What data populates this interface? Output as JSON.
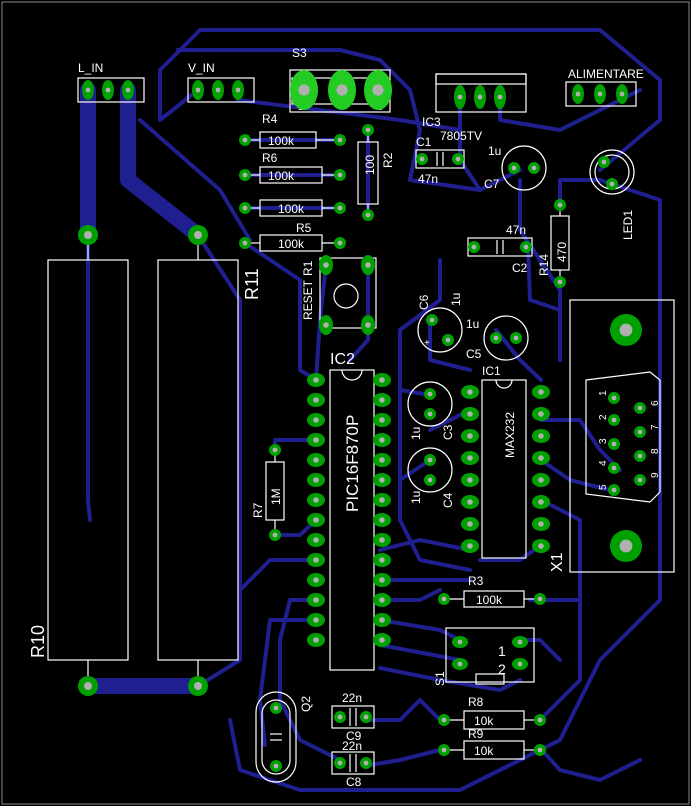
{
  "labels": {
    "l_in": "L_IN",
    "v_in": "V_IN",
    "s3": "S3",
    "ic3": "IC3",
    "ic3_part": "7805TV",
    "alimentare": "ALIMENTARE",
    "r4": "R4",
    "r4_val": "100k",
    "r6": "R6",
    "r6_val": "100k",
    "r5": "R5",
    "r5_val": "100k",
    "r_unnamed_val": "100k",
    "r2": "R2",
    "r2_val": "100",
    "c1": "C1",
    "c1_val": "47n",
    "c7": "C7",
    "c7_val": "1u",
    "c2": "C2",
    "c2_val": "47n",
    "r14": "R14",
    "r14_val": "470",
    "led1": "LED1",
    "r1": "R1",
    "reset": "RESET",
    "r11": "R11",
    "c6": "C6",
    "c6_val": "1u",
    "c5": "C5",
    "c5_val": "1u",
    "ic2": "IC2",
    "ic2_part": "PIC16F870P",
    "ic1": "IC1",
    "ic1_part": "MAX232",
    "c3": "C3",
    "c3_val": "1u",
    "c4": "C4",
    "c4_val": "1u",
    "r7": "R7",
    "r7_val": "1M",
    "x1": "X1",
    "r3": "R3",
    "r3_val": "100k",
    "r10": "R10",
    "s1": "S1",
    "s1_pin1": "1",
    "s1_pin2": "2",
    "q2": "Q2",
    "c9": "C9",
    "c9_val": "22n",
    "c8": "C8",
    "c8_val": "22n",
    "r8": "R8",
    "r8_val": "10k",
    "r9": "R9",
    "r9_val": "10k",
    "db9_pins": [
      "1",
      "2",
      "3",
      "4",
      "5",
      "6",
      "7",
      "8",
      "9"
    ]
  },
  "colors": {
    "background": "#000000",
    "trace": "#1f1f8f",
    "pad": "#00a000",
    "pad_hole": "#b0b0b0",
    "silkscreen": "#ffffff",
    "highlight": "#22cc22"
  }
}
